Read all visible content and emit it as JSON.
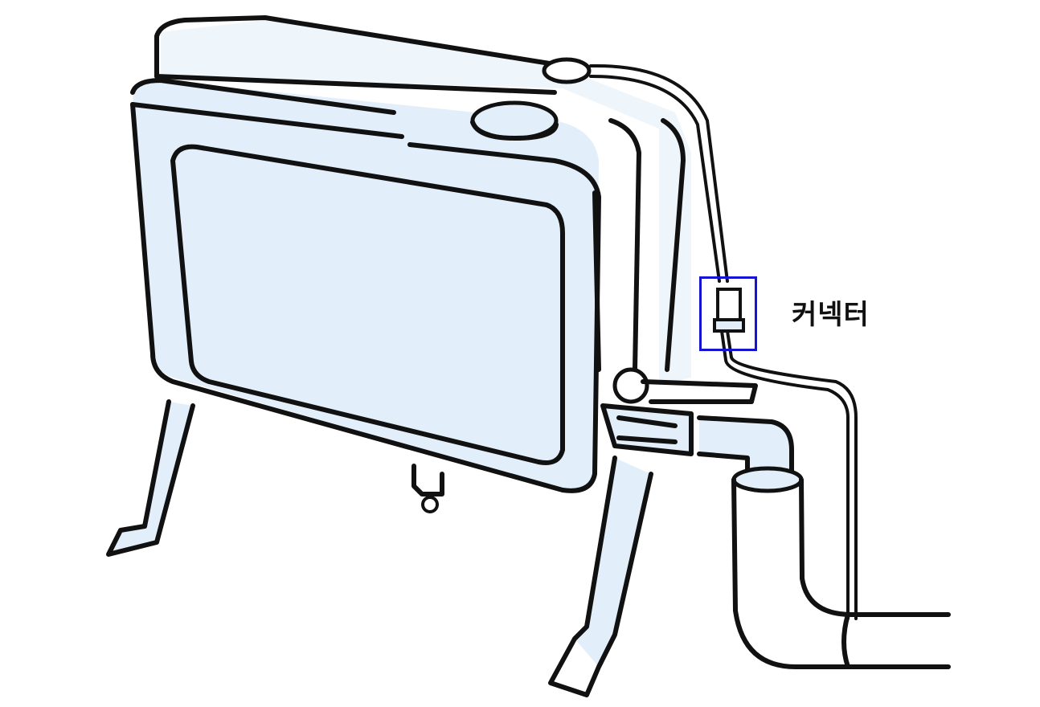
{
  "diagram": {
    "subject": "fuel tank with fuel line, sender connector, and exhaust/inlet pipe",
    "callout": {
      "label": "커넥터",
      "target": "connector",
      "box_color": "#1414d2"
    },
    "colors": {
      "line": "#111111",
      "shading": "#e2eef9",
      "background": "#ffffff"
    }
  }
}
